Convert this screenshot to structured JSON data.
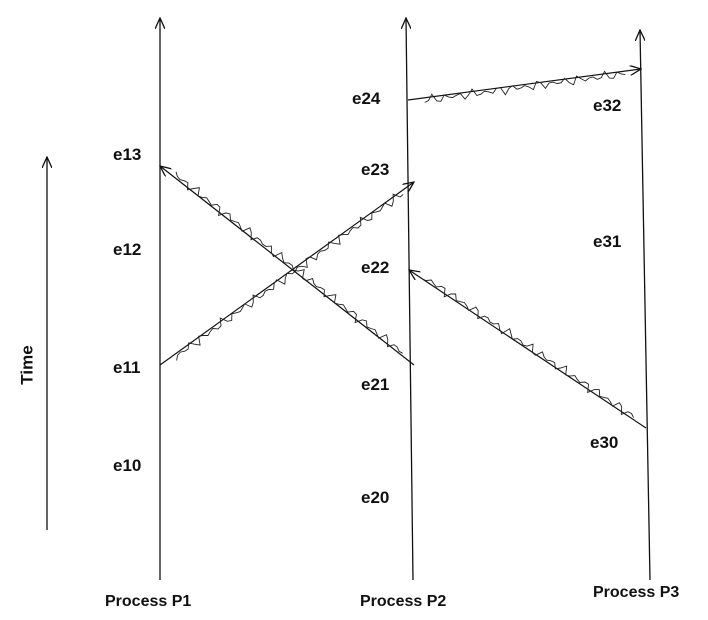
{
  "axis": {
    "time_label": "Time"
  },
  "processes": [
    {
      "id": "P1",
      "label": "Process P1"
    },
    {
      "id": "P2",
      "label": "Process P2"
    },
    {
      "id": "P3",
      "label": "Process P3"
    }
  ],
  "events": {
    "P1": [
      "e10",
      "e11",
      "e12",
      "e13"
    ],
    "P2": [
      "e20",
      "e21",
      "e22",
      "e23",
      "e24"
    ],
    "P3": [
      "e30",
      "e31",
      "e32"
    ]
  },
  "messages": [
    {
      "from": "e11",
      "to": "e23"
    },
    {
      "from": "e21",
      "to": "e13"
    },
    {
      "from": "e30",
      "to": "e22"
    },
    {
      "from": "e24",
      "to": "e32"
    }
  ]
}
